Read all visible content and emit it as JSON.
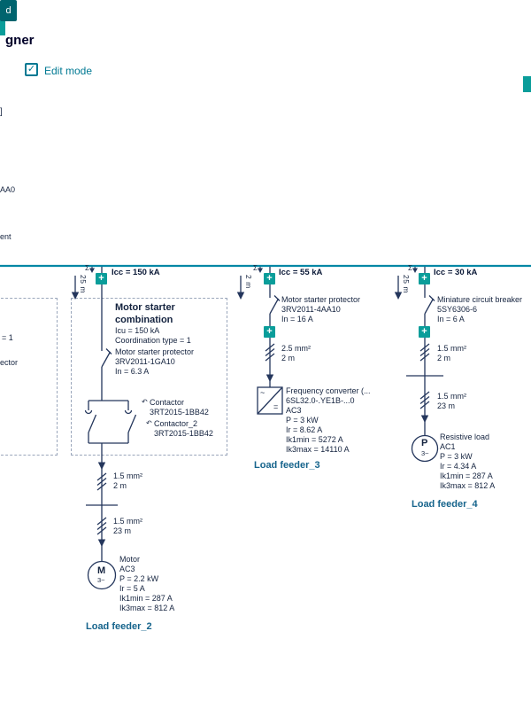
{
  "header": {
    "title_fragment": "gner",
    "primary_button_fragment": "d",
    "edit_mode": {
      "label": "Edit mode",
      "checked_glyph": "✓"
    }
  },
  "left_panel_fragments": {
    "row1": "]",
    "row2": "AA0",
    "row3": "ent"
  },
  "feeder1_fragments": {
    "coordination": "= 1",
    "protector": "ector"
  },
  "colors": {
    "accent_teal": "#0a9d9a",
    "busbar": "#0087a5",
    "interactive": "#007993",
    "line": "#24365c"
  },
  "diagram": {
    "sigma_glyph": "Σ",
    "node_plus_glyph": "+",
    "contactor_ref_glyph": "↶",
    "feeder2": {
      "icc_label": "Icc = 150 kA",
      "infeed_length": "25 m",
      "combination": {
        "title": "Motor starter combination",
        "icu": "Icu = 150 kA",
        "coordination": "Coordination type = 1",
        "protector_name": "Motor starter protector",
        "protector_mlfb": "3RV2011-1GA10",
        "protector_in": "In = 6.3 A",
        "contactor1_name": "Contactor",
        "contactor1_mlfb": "3RT2015-1BB42",
        "contactor2_name": "Contactor_2",
        "contactor2_mlfb": "3RT2015-1BB42"
      },
      "cable1": {
        "cross_section": "1.5 mm²",
        "length": "2 m"
      },
      "cable2": {
        "cross_section": "1.5 mm²",
        "length": "23 m"
      },
      "load": {
        "symbol": "M",
        "phases": "3~",
        "name": "Motor",
        "utilization": "AC3",
        "power": "P = 2.2 kW",
        "ir": "Ir = 5 A",
        "ik1min": "Ik1min = 287 A",
        "ik3max": "Ik3max = 812 A"
      },
      "label": "Load feeder_2"
    },
    "feeder3": {
      "icc_label": "Icc = 55 kA",
      "infeed_length": "2 m",
      "protector": {
        "name": "Motor starter protector",
        "mlfb": "3RV2011-4AA10",
        "in": "In = 16 A"
      },
      "cable1": {
        "cross_section": "2.5 mm²",
        "length": "2 m"
      },
      "converter_glyphs": {
        "ac": "~",
        "dc": "="
      },
      "load": {
        "name": "Frequency converter (...",
        "mlfb": "6SL32.0-.YE1B-...0",
        "utilization": "AC3",
        "power": "P = 3 kW",
        "ir": "Ir = 8.62 A",
        "ik1min": "Ik1min = 5272 A",
        "ik3max": "Ik3max = 14110 A"
      },
      "label": "Load feeder_3"
    },
    "feeder4": {
      "icc_label": "Icc = 30 kA",
      "infeed_length": "25 m",
      "breaker": {
        "name": "Miniature circuit breaker",
        "mlfb": "5SY6306-6",
        "in": "In = 6 A"
      },
      "cable1": {
        "cross_section": "1.5 mm²",
        "length": "2 m"
      },
      "cable2": {
        "cross_section": "1.5 mm²",
        "length": "23 m"
      },
      "load": {
        "symbol": "P",
        "phases": "3~",
        "name": "Resistive load",
        "utilization": "AC1",
        "power": "P = 3 kW",
        "ir": "Ir = 4.34 A",
        "ik1min": "Ik1min = 287 A",
        "ik3max": "Ik3max = 812 A"
      },
      "label": "Load feeder_4"
    }
  }
}
